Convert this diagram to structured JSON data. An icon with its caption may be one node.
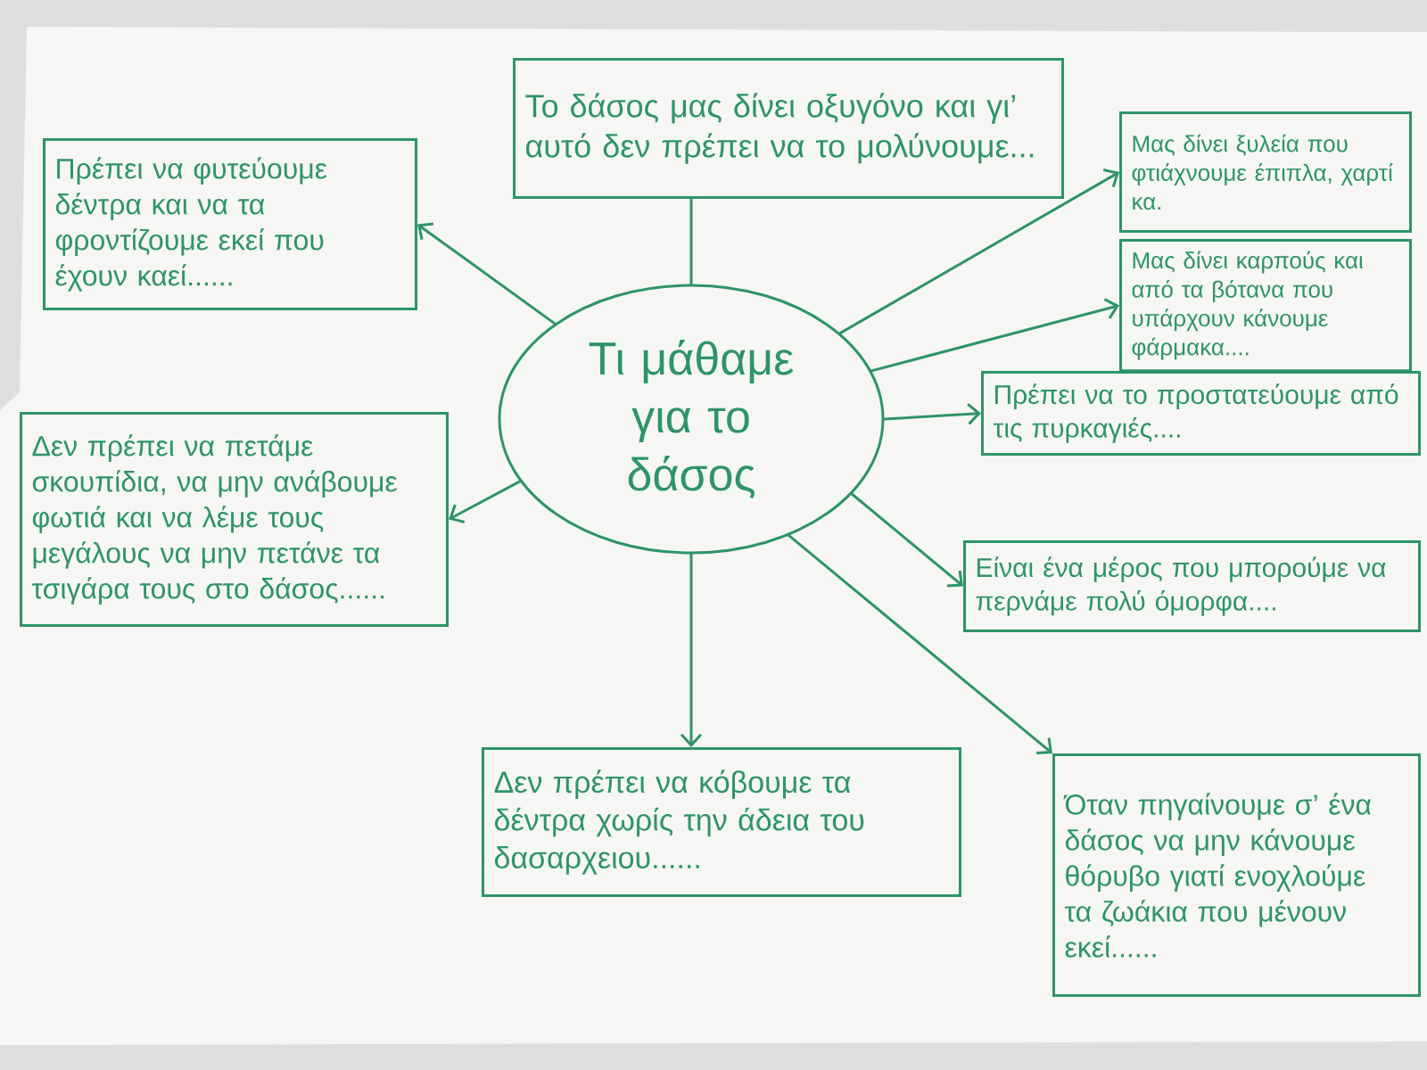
{
  "diagram": {
    "nodes": [
      {
        "text": [
          "Τι μάθαμε για το δάσος"
        ]
      },
      {
        "text": [
          "Το δάσος μας δίνει οξυγόνο και γι’ αυτό δεν πρέπει να το μολύνουμε..."
        ]
      },
      {
        "text": [
          "Πρέπει να φυτεύουμε δέντρα και να τα φροντίζουμε εκεί που έχουν καεί......"
        ]
      },
      {
        "text": [
          "Μας δίνει ξυλεία που φτιάχνουμε έπιπλα, χαρτί κα."
        ]
      },
      {
        "text": [
          "Μας δίνει καρπούς και από τα βότανα που υπάρχουν κάνουμε φάρμακα...."
        ]
      },
      {
        "text": [
          "Πρέπει να το προστατεύουμε από τις πυρκαγιές...."
        ]
      },
      {
        "text": [
          "Δεν πρέπει να πετάμε σκουπίδια, να μην ανάβουμε φωτιά και να λέμε τους μεγάλους να μην πετάνε τα τσιγάρα τους στο δάσος......"
        ]
      },
      {
        "text": [
          "Είναι ένα μέρος που μπορούμε να περνάμε πολύ όμορφα...."
        ]
      },
      {
        "text": [
          "Δεν πρέπει να κόβουμε τα δέντρα χωρίς την άδεια του δασαρχειου......"
        ]
      },
      {
        "text": [
          "Όταν πηγαίνουμε σ’ ένα δάσος να μην κάνουμε θόρυβο γιατί ενοχλούμε τα ζωάκια που μένουν εκεί......"
        ]
      }
    ],
    "edges": [
      {
        "from": 0,
        "to": 1,
        "arrow": "none"
      },
      {
        "from": 0,
        "to": 2,
        "arrow": "to"
      },
      {
        "from": 0,
        "to": 3,
        "arrow": "to"
      },
      {
        "from": 0,
        "to": 4,
        "arrow": "to"
      },
      {
        "from": 0,
        "to": 5,
        "arrow": "to"
      },
      {
        "from": 0,
        "to": 6,
        "arrow": "to"
      },
      {
        "from": 0,
        "to": 7,
        "arrow": "to"
      },
      {
        "from": 0,
        "to": 8,
        "arrow": "to"
      },
      {
        "from": 0,
        "to": 9,
        "arrow": "to"
      }
    ]
  }
}
